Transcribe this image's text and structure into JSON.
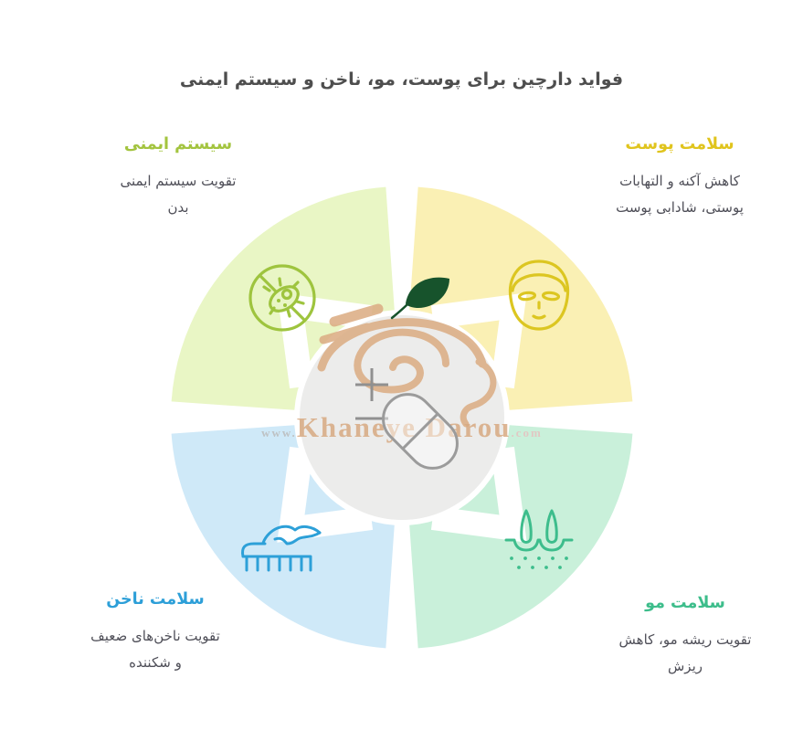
{
  "title": "فواید دارچین برای پوست، مو، ناخن و سیستم ایمنی",
  "watermark": {
    "prefix": "www.",
    "name": "Khaneye Darou",
    "suffix": ".com",
    "name_color": "#d8aa82"
  },
  "sections": {
    "immune": {
      "heading": "سیستم ایمنی",
      "desc_line1": "تقویت سیستم ایمنی",
      "desc_line2": "بدن",
      "accent_color": "#a3c43f",
      "quadrant_color": "#e9f6c5",
      "icon": "no-bacteria-icon"
    },
    "skin": {
      "heading": "سلامت پوست",
      "desc_line1": "کاهش آکنه و التهابات",
      "desc_line2": "پوستی، شادابی پوست",
      "accent_color": "#e0c41d",
      "quadrant_color": "#faf0b4",
      "icon": "face-icon"
    },
    "nail": {
      "heading": "سلامت ناخن",
      "desc_line1": "تقویت ناخن‌های ضعیف",
      "desc_line2": "و شکننده",
      "accent_color": "#2d9fd8",
      "quadrant_color": "#cfe9f8",
      "icon": "nail-care-icon"
    },
    "hair": {
      "heading": "سلامت مو",
      "desc_line1": "تقویت ریشه مو، کاهش",
      "desc_line2": "ریزش",
      "accent_color": "#3dbd8b",
      "quadrant_color": "#c9f0da",
      "icon": "hair-follicle-icon"
    }
  },
  "center": {
    "circle_color": "#ececeb",
    "illustration_icons": [
      "cinnamon-roll-icon",
      "leaf-icon",
      "plus-icon",
      "minus-icon",
      "capsule-icon"
    ],
    "cinnamon_color": "#dcae85",
    "leaf_color": "#17532c"
  }
}
